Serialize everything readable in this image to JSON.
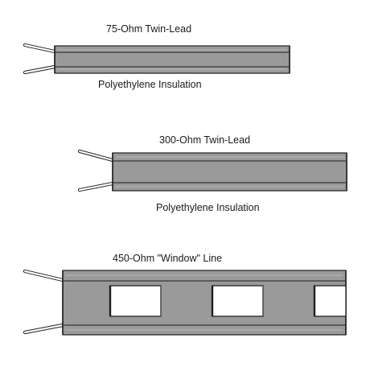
{
  "diagrams": [
    {
      "title": "75-Ohm Twin-Lead",
      "caption": "Polyethylene Insulation"
    },
    {
      "title": "300-Ohm Twin-Lead",
      "caption": "Polyethylene Insulation"
    },
    {
      "title": "450-Ohm \"Window\" Line",
      "caption": ""
    }
  ],
  "colors": {
    "insulation": "#9a9a9a",
    "outline": "#1f1f1f",
    "wire": "#ffffff",
    "window": "#ffffff"
  }
}
